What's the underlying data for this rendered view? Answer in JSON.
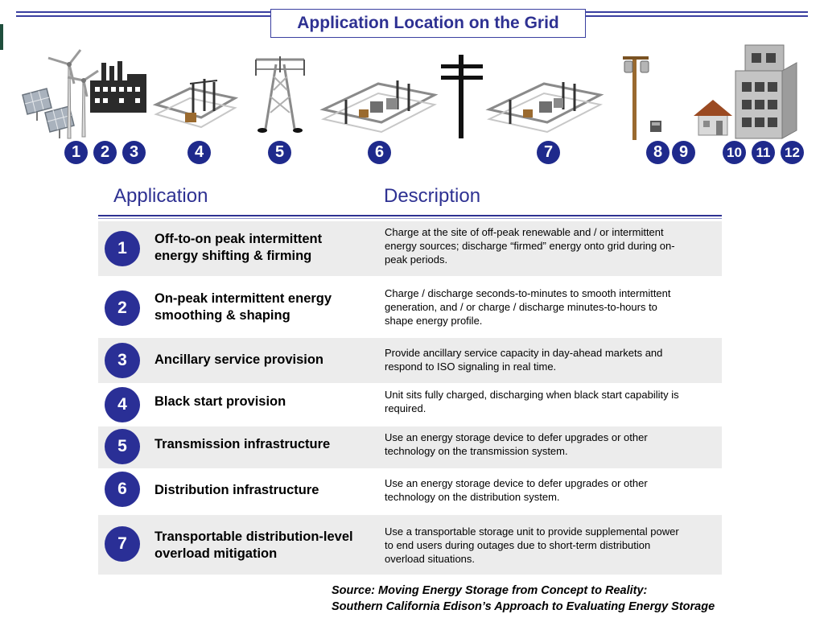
{
  "title": "Application Location on the Grid",
  "grid_badges": [
    "1",
    "2",
    "3",
    "4",
    "5",
    "6",
    "7",
    "8",
    "9",
    "10",
    "11",
    "12"
  ],
  "table": {
    "headers": {
      "application": "Application",
      "description": "Description"
    },
    "rows": [
      {
        "number": "1",
        "application_lines": [
          "Off-to-on peak intermittent",
          "energy shifting & firming"
        ],
        "description_lines": [
          "Charge at the site of off-peak renewable and / or intermittent",
          "energy sources; discharge “firmed” energy onto grid during on-",
          "peak periods."
        ]
      },
      {
        "number": "2",
        "application_lines": [
          "On-peak intermittent energy",
          "smoothing & shaping"
        ],
        "description_lines": [
          "Charge / discharge seconds-to-minutes to smooth intermittent",
          "generation, and / or charge / discharge minutes-to-hours to",
          "shape energy profile."
        ]
      },
      {
        "number": "3",
        "application_lines": [
          "Ancillary service provision"
        ],
        "description_lines": [
          "Provide ancillary service capacity in day-ahead markets and",
          "respond to ISO signaling in real time."
        ]
      },
      {
        "number": "4",
        "application_lines": [
          "Black start provision"
        ],
        "description_lines": [
          "Unit sits fully charged, discharging when black start capability is",
          "required."
        ]
      },
      {
        "number": "5",
        "application_lines": [
          "Transmission infrastructure"
        ],
        "description_lines": [
          "Use an energy storage device to defer upgrades or other",
          "technology on the transmission system."
        ]
      },
      {
        "number": "6",
        "application_lines": [
          "Distribution infrastructure"
        ],
        "description_lines": [
          "Use an energy storage device to defer upgrades or other",
          "technology on the distribution system."
        ]
      },
      {
        "number": "7",
        "application_lines": [
          "Transportable distribution-level",
          "overload mitigation"
        ],
        "description_lines": [
          "Use a transportable storage unit to provide supplemental power",
          "to end users during outages due to short-term distribution",
          "overload situations."
        ]
      }
    ]
  },
  "source": {
    "line1": "Source:  Moving Energy Storage from Concept to Reality:",
    "line2": "Southern California Edison’s Approach to Evaluating Energy Storage"
  }
}
